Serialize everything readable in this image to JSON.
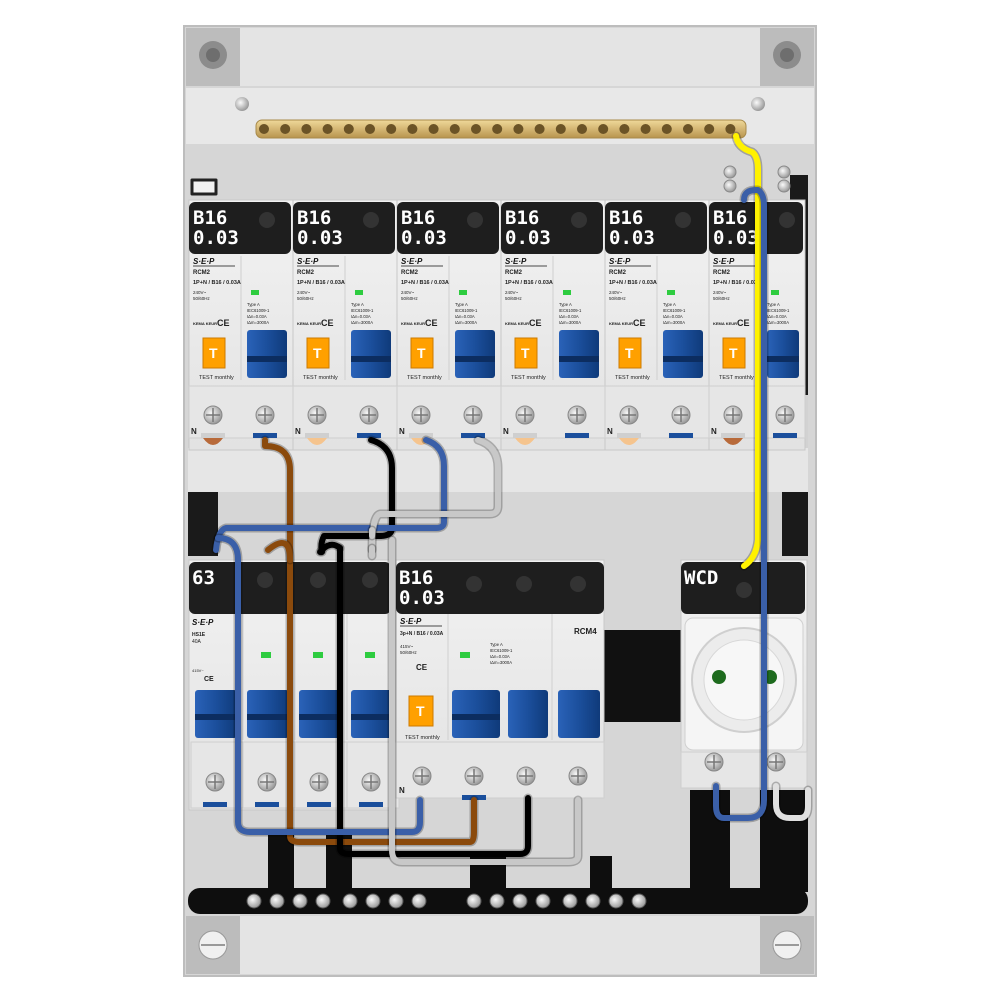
{
  "row1": {
    "breakers": [
      {
        "rating": "B16",
        "sensitivity": "0.03"
      },
      {
        "rating": "B16",
        "sensitivity": "0.03"
      },
      {
        "rating": "B16",
        "sensitivity": "0.03"
      },
      {
        "rating": "B16",
        "sensitivity": "0.03"
      },
      {
        "rating": "B16",
        "sensitivity": "0.03"
      },
      {
        "rating": "B16",
        "sensitivity": "0.03"
      }
    ],
    "brand": "S·E·P",
    "model": "RCM2",
    "spec": "1P+N / B16 / 0.03A",
    "voltage": "240V~",
    "freq": "50/60Hz",
    "type_label": "Type A",
    "standard": "IEC61009-1",
    "idn": "IΔn=0.03A",
    "icn": "IΔm=3000A",
    "test_label": "TEST monthly",
    "test_button": "T",
    "neutral": "N",
    "kema": "KEMA KEUR",
    "ce": "CE"
  },
  "main_switch": {
    "rating": "63",
    "brand": "S·E·P",
    "model": "HS1E",
    "current": "40A",
    "voltage": "415V~",
    "ce": "CE"
  },
  "rcm4": {
    "rating": "B16",
    "sensitivity": "0.03",
    "brand": "S·E·P",
    "model": "RCM4",
    "spec": "3p+N / B16 / 0.03A",
    "voltage": "415V~",
    "freq": "50/60Hz",
    "type_label": "Type A",
    "standard": "IEC61009-1",
    "idn": "IΔn=0.03A",
    "icn": "IΔm=3000A",
    "test_label": "TEST monthly",
    "test_button": "T",
    "neutral": "N",
    "ce": "CE"
  },
  "wcd": {
    "label": "WCD"
  },
  "colors": {
    "brown": "#8B4A0C",
    "black": "#000000",
    "blue": "#3A5FA8",
    "grey": "#C8C8C8",
    "yellow": "#FFF200",
    "handle_blue": "#1B4F9C",
    "test_orange": "#FFA000",
    "label_black": "#1E1E1E",
    "busbar_brass": "#D9B870"
  }
}
